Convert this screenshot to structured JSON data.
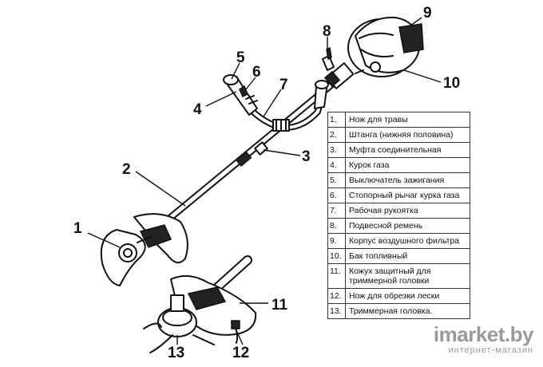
{
  "callouts": [
    "1",
    "2",
    "3",
    "4",
    "5",
    "6",
    "7",
    "8",
    "9",
    "10",
    "11",
    "12",
    "13"
  ],
  "legend": [
    {
      "num": "1.",
      "text": "Нож для травы"
    },
    {
      "num": "2.",
      "text": "Штанга (нижняя половина)"
    },
    {
      "num": "3.",
      "text": "Муфта соединительная"
    },
    {
      "num": "4.",
      "text": "Курок газа"
    },
    {
      "num": "5.",
      "text": "Выключатель зажигания"
    },
    {
      "num": "6.",
      "text": "Стопорный рычаг курка газа"
    },
    {
      "num": "7.",
      "text": "Рабочая рукоятка"
    },
    {
      "num": "8.",
      "text": "Подвесной ремень"
    },
    {
      "num": "9.",
      "text": "Корпус воздушного фильтра"
    },
    {
      "num": "10.",
      "text": "Бак топливный"
    },
    {
      "num": "11.",
      "text": "Кожух защитный для триммерной головки"
    },
    {
      "num": "12.",
      "text": "Нож для обрезки лески"
    },
    {
      "num": "13.",
      "text": "Триммерная головка."
    }
  ],
  "watermark": {
    "brand": "imarket.by",
    "tagline": "интернет-магазин"
  }
}
